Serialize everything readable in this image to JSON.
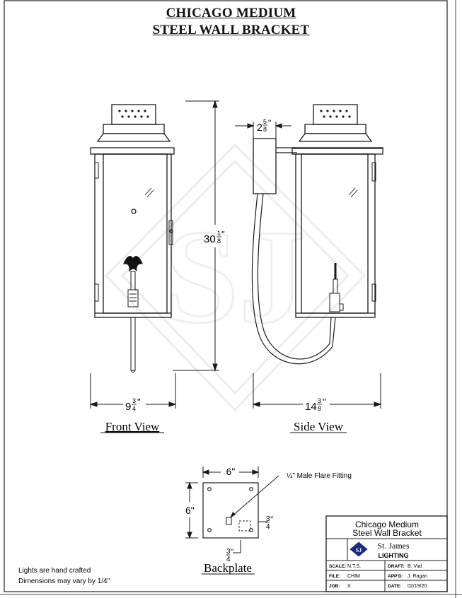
{
  "title": {
    "line1": "CHICAGO MEDIUM",
    "line2": "STEEL WALL BRACKET"
  },
  "views": {
    "front": "Front View",
    "side": "Side View",
    "backplate": "Backplate"
  },
  "dimensions": {
    "height_whole": "30",
    "height_frac_num": "1",
    "height_frac_den": "8",
    "front_width_whole": "9",
    "front_width_frac_num": "3",
    "front_width_frac_den": "4",
    "side_depth_whole": "14",
    "side_depth_frac_num": "3",
    "side_depth_frac_den": "8",
    "arm_whole": "2",
    "arm_frac_num": "5",
    "arm_frac_den": "8",
    "backplate_width": "6\"",
    "backplate_height": "6\"",
    "fitting_offset_num": "3",
    "fitting_offset_den": "4",
    "fitting_callout": "¼\" Male Flare Fitting"
  },
  "notes": [
    "Lights are hand crafted",
    "Dimensions may vary by 1/4\""
  ],
  "title_block": {
    "name_line1": "Chicago Medium",
    "name_line2": "Steel Wall Bracket",
    "company_line1": "St. James",
    "company_line2": "LIGHTING",
    "scale_label": "SCALE:",
    "scale_value": "N.T.S.",
    "draft_label": "DRAFT:",
    "draft_value": "B. Vial",
    "file_label": "FILE:",
    "file_value": "CHIM",
    "app_label": "APP'D:",
    "app_value": "J. Ragan",
    "job_label": "JOB:",
    "job_value": "X",
    "date_label": "DATE:",
    "date_value": "02/19/20"
  },
  "watermark": "SJ"
}
